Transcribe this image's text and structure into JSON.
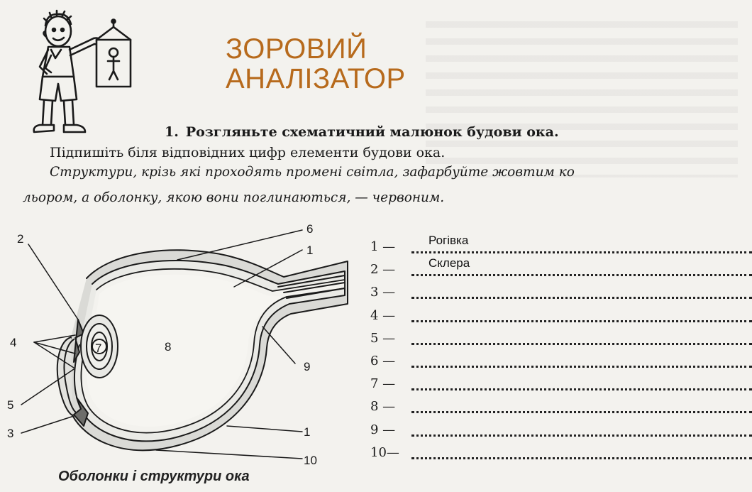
{
  "header": {
    "section_title_line1": "ЗОРОВИЙ",
    "section_title_line2": "АНАЛІЗАТОР",
    "accent_color": "#b76a1c"
  },
  "task": {
    "number": "1.",
    "heading": "Розгляньте схематичний малюнок будови ока.",
    "instruction": "Підпишіть біля відповідних цифр елементи будови ока.",
    "instruction_italic_line1": "Структури, крізь які проходять промені світла, зафарбуйте жовтим ко",
    "instruction_italic_line2": "льором, а оболонку, якою вони поглинаються, — червоним."
  },
  "diagram": {
    "caption": "Оболонки і структури ока",
    "labels": {
      "l1a": "1",
      "l1b": "1",
      "l2": "2",
      "l3": "3",
      "l4": "4",
      "l5": "5",
      "l6": "6",
      "l7": "7",
      "l8": "8",
      "l9": "9",
      "l10": "10"
    }
  },
  "answers": [
    {
      "num": "1 —",
      "value": "Рогівка"
    },
    {
      "num": "2 —",
      "value": "Склера"
    },
    {
      "num": "3 —",
      "value": ""
    },
    {
      "num": "4 —",
      "value": ""
    },
    {
      "num": "5 —",
      "value": ""
    },
    {
      "num": "6 —",
      "value": ""
    },
    {
      "num": "7 —",
      "value": ""
    },
    {
      "num": "8 —",
      "value": ""
    },
    {
      "num": "9 —",
      "value": ""
    },
    {
      "num": "10—",
      "value": ""
    }
  ]
}
